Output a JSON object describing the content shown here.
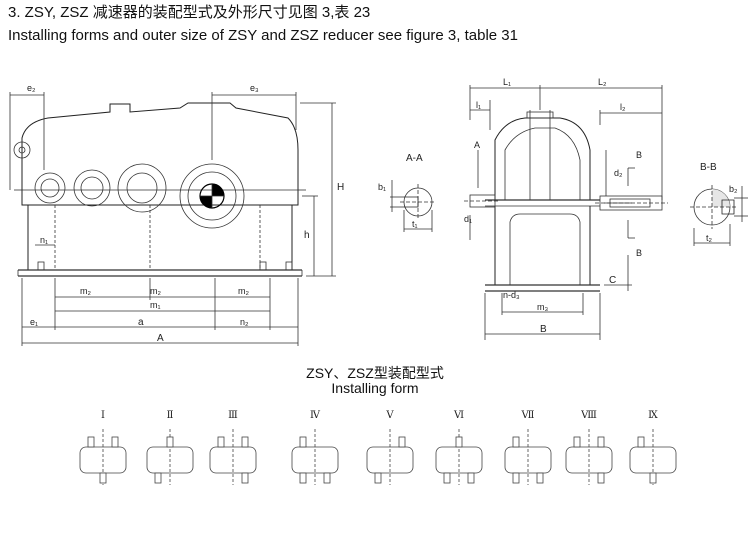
{
  "header": {
    "line_cn": "3. ZSY, ZSZ 减速器的装配型式及外形尺寸见图 3,表 23",
    "line_en": "Installing forms and outer size of ZSY and ZSZ reducer see figure 3, table 31"
  },
  "front_view": {
    "dims": {
      "e2": "e₂",
      "e3": "e₃",
      "H": "H",
      "h": "h",
      "n1": "n₁",
      "m2a": "m₂",
      "m2b": "m₂",
      "m2c": "m₂",
      "m1": "m₁",
      "e1": "e₁",
      "a": "a",
      "n2": "n₂",
      "A": "A"
    }
  },
  "section_aa": {
    "title": "A-A",
    "b1": "b₁",
    "d1": "d₁",
    "t1": "t₁"
  },
  "side_view": {
    "dims": {
      "L1": "L₁",
      "L2": "L₂",
      "l1": "l₁",
      "l2": "l₂",
      "A": "A",
      "d2": "d₂",
      "B_top": "B",
      "B_bot": "B",
      "C": "C",
      "nd3": "n-d₃",
      "m3": "m₃",
      "B": "B"
    }
  },
  "section_bb": {
    "title": "B-B",
    "b2": "b₂",
    "t2": "t₂"
  },
  "installing": {
    "caption_cn": "ZSY、ZSZ型装配型式",
    "caption_en": "Installing form",
    "forms": [
      "Ⅰ",
      "Ⅱ",
      "Ⅲ",
      "Ⅳ",
      "Ⅴ",
      "Ⅵ",
      "Ⅶ",
      "Ⅷ",
      "Ⅸ"
    ]
  }
}
